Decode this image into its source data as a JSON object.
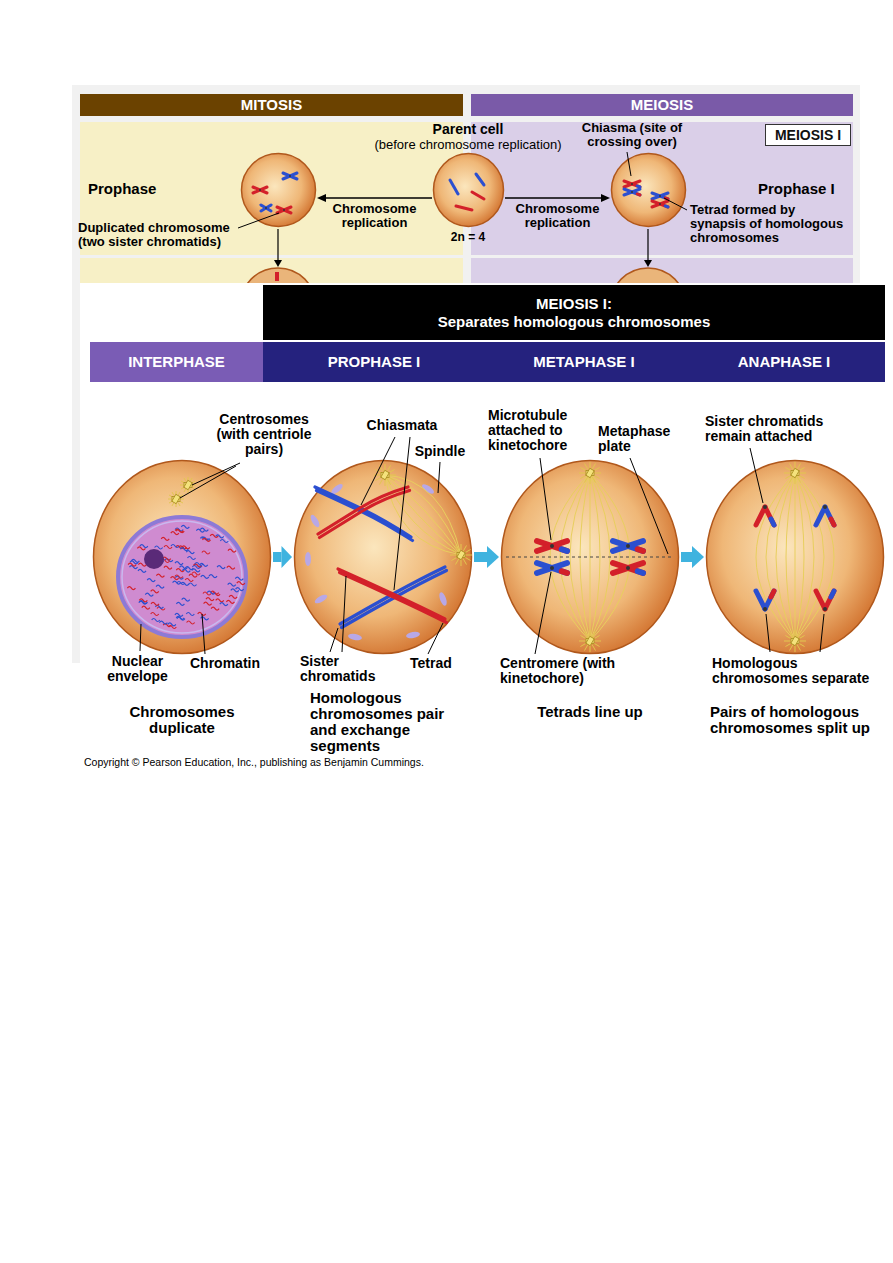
{
  "diagram": {
    "nodes": [
      {
        "text": [
          "MITOSIS"
        ]
      },
      {
        "text": [
          "MEIOSIS"
        ]
      },
      {
        "text": [
          "Parent cell",
          "(before chromosome replication)",
          "2n = 4"
        ]
      },
      {
        "text": [
          "MEIOSIS I"
        ]
      },
      {
        "text": [
          "Prophase"
        ]
      },
      {
        "text": [
          "Prophase I"
        ]
      },
      {
        "text": [
          "MEIOSIS I:",
          "Separates homologous chromosomes"
        ]
      },
      {
        "text": [
          "INTERPHASE"
        ]
      },
      {
        "text": [
          "PROPHASE I"
        ]
      },
      {
        "text": [
          "METAPHASE I"
        ]
      },
      {
        "text": [
          "ANAPHASE I"
        ]
      },
      {
        "text": [
          "Chromosomes duplicate"
        ]
      },
      {
        "text": [
          "Homologous chromosomes pair and exchange segments"
        ]
      },
      {
        "text": [
          "Tetrads line up"
        ]
      },
      {
        "text": [
          "Pairs of homologous chromosomes split up"
        ]
      }
    ],
    "edges": [
      {
        "from": 2,
        "to": 4,
        "arrow": "to",
        "label": "Chromosome replication"
      },
      {
        "from": 2,
        "to": 5,
        "arrow": "to",
        "label": "Chromosome replication"
      },
      {
        "from": 11,
        "to": 12,
        "arrow": "to"
      },
      {
        "from": 12,
        "to": 13,
        "arrow": "to"
      },
      {
        "from": 13,
        "to": 14,
        "arrow": "to"
      }
    ],
    "labels": [
      "Chiasma (site of crossing over)",
      "Duplicated chromosome (two sister chromatids)",
      "Tetrad formed by synapsis of homologous chromosomes",
      "Centrosomes (with centriole pairs)",
      "Chiasmata",
      "Spindle",
      "Microtubule attached to kinetochore",
      "Metaphase plate",
      "Sister chromatids remain attached",
      "Nuclear envelope",
      "Chromatin",
      "Sister chromatids",
      "Tetrad",
      "Centromere (with kinetochore)",
      "Homologous chromosomes separate",
      "Copyright © Pearson Education, Inc., publishing as Benjamin Cummings."
    ]
  }
}
